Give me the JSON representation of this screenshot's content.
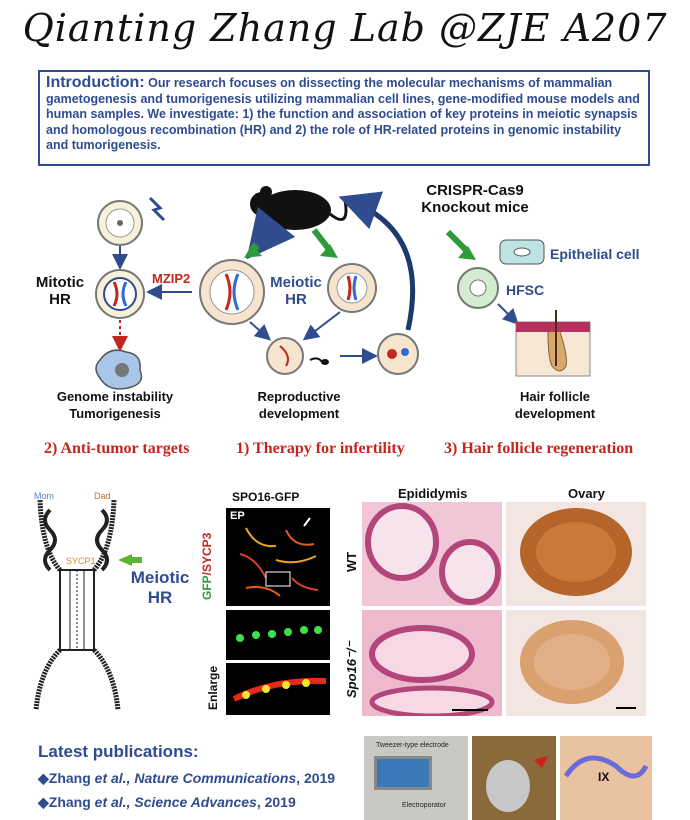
{
  "title": "Qianting Zhang Lab @ZJE A207",
  "intro": {
    "heading": "Introduction:",
    "body": "Our research focuses on dissecting the molecular mechanisms of mammalian gametogenesis and tumorigenesis utilizing mammalian cell lines, gene-modified mouse models and human samples. We investigate: 1) the function and association of key proteins in meiotic synapsis and homologous recombination (HR) and 2) the role of HR-related proteins in genomic instability and tumorigenesis."
  },
  "diagram": {
    "crispr_line1": "CRISPR-Cas9",
    "crispr_line2": "Knockout mice",
    "mitotic_line1": "Mitotic",
    "mitotic_line2": "HR",
    "mzip2": "MZIP2",
    "meiotic_line1": "Meiotic",
    "meiotic_line2": "HR",
    "epithelial": "Epithelial cell",
    "hfsc": "HFSC",
    "genome_line1": "Genome instability",
    "genome_line2": "Tumorigenesis",
    "repro_line1": "Reproductive",
    "repro_line2": "development",
    "hair_line1": "Hair follicle",
    "hair_line2": "development"
  },
  "goals": {
    "g2": "2) Anti-tumor targets",
    "g1": "1) Therapy for infertility",
    "g3": "3) Hair follicle regeneration"
  },
  "figure": {
    "mom": "Mom",
    "dad": "Dad",
    "sycp1": "SYCP1",
    "meiotic_line1": "Meiotic",
    "meiotic_line2": "HR",
    "spo16": "SPO16-GFP",
    "gfp": "GFP",
    "sycp3": "/SYCP3",
    "ep": "EP",
    "enlarge": "Enlarge",
    "epididymis": "Epididymis",
    "ovary": "Ovary",
    "wt": "WT",
    "spo16ko": "Spo16⁻/⁻"
  },
  "publications": {
    "heading": "Latest publications:",
    "items": [
      {
        "author": "Zhang",
        "etal": "et al.,",
        "journal": "Nature Communications",
        "year": ", 2019"
      },
      {
        "author": "Zhang",
        "etal": "et al.,",
        "journal": "Science Advances",
        "year": ", 2019"
      }
    ]
  },
  "photos": {
    "device_label": "Tweezer-type electrode",
    "device_label2": "Electroporator",
    "ix": "IX"
  },
  "colors": {
    "blue": "#2f4c8f",
    "red": "#c4261d",
    "green": "#2e9a3c",
    "he_pink": "#e8a6c0",
    "ihc_brown": "#b5652a"
  }
}
